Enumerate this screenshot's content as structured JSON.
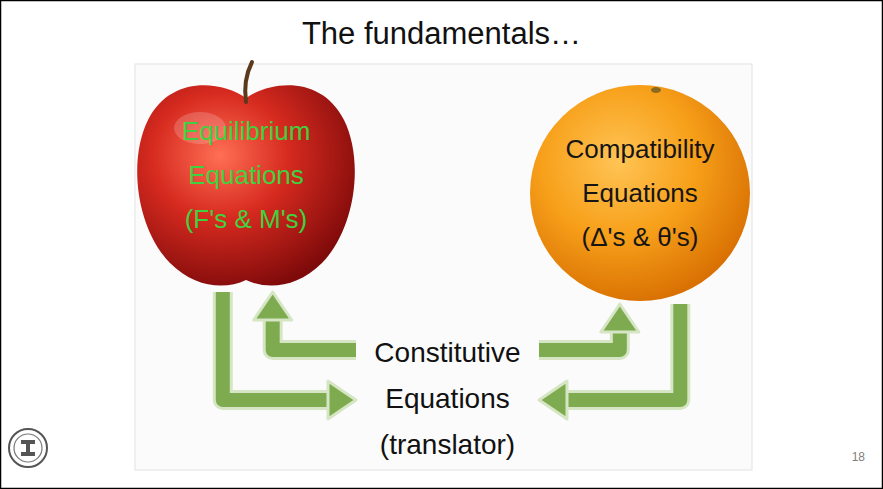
{
  "diagram": {
    "title": "The fundamentals…",
    "nodes": [
      {
        "text": [
          "Equilibrium Equations (F's & M's)"
        ]
      },
      {
        "text": [
          "Compatibility Equations (Δ's & θ's)"
        ]
      },
      {
        "text": [
          "Constitutive Equations (translator)"
        ]
      }
    ],
    "edges": [
      {
        "from": 0,
        "to": 2,
        "arrow": "to"
      },
      {
        "from": 2,
        "to": 0,
        "arrow": "to"
      },
      {
        "from": 1,
        "to": 2,
        "arrow": "to"
      },
      {
        "from": 2,
        "to": 1,
        "arrow": "to"
      }
    ],
    "labels": [
      "18"
    ]
  }
}
